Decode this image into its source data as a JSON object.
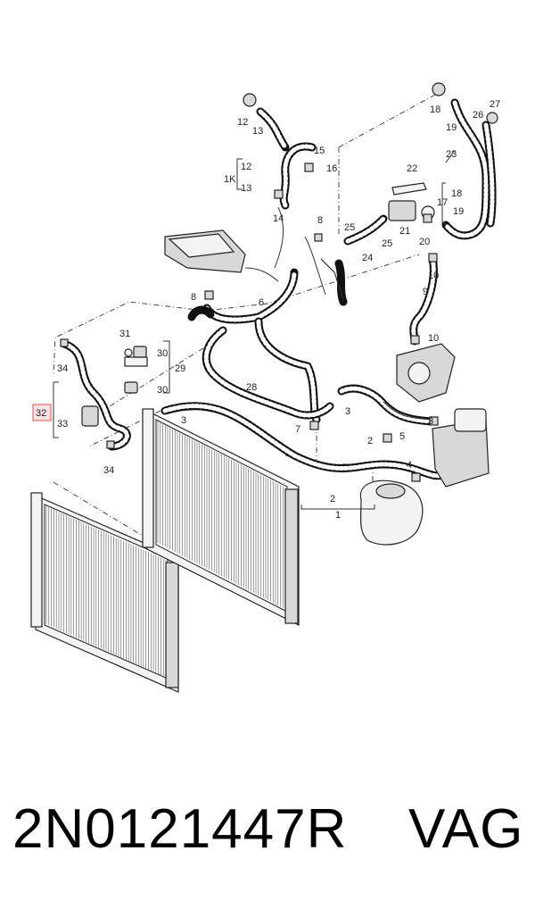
{
  "footer": {
    "part_number": "2N0121447R",
    "brand": "VAG"
  },
  "callouts": [
    {
      "id": "c12a",
      "text": "12"
    },
    {
      "id": "c13a",
      "text": "13"
    },
    {
      "id": "c15",
      "text": "15"
    },
    {
      "id": "c16",
      "text": "16"
    },
    {
      "id": "c1K",
      "text": "1K"
    },
    {
      "id": "c12b",
      "text": "12"
    },
    {
      "id": "c13b",
      "text": "13"
    },
    {
      "id": "c14",
      "text": "14"
    },
    {
      "id": "c8a",
      "text": "8"
    },
    {
      "id": "c25a",
      "text": "25"
    },
    {
      "id": "c24",
      "text": "24"
    },
    {
      "id": "c25b",
      "text": "25"
    },
    {
      "id": "c21",
      "text": "21"
    },
    {
      "id": "c20",
      "text": "20"
    },
    {
      "id": "c18a",
      "text": "18"
    },
    {
      "id": "c19a",
      "text": "19"
    },
    {
      "id": "c26",
      "text": "26"
    },
    {
      "id": "c27",
      "text": "27"
    },
    {
      "id": "c23",
      "text": "23"
    },
    {
      "id": "c22",
      "text": "22"
    },
    {
      "id": "c17",
      "text": "17"
    },
    {
      "id": "c18b",
      "text": "18"
    },
    {
      "id": "c19b",
      "text": "19"
    },
    {
      "id": "c10a",
      "text": "10"
    },
    {
      "id": "c9",
      "text": "9"
    },
    {
      "id": "c10b",
      "text": "10"
    },
    {
      "id": "c8b",
      "text": "8"
    },
    {
      "id": "c6",
      "text": "6"
    },
    {
      "id": "c31",
      "text": "31"
    },
    {
      "id": "c30a",
      "text": "30"
    },
    {
      "id": "c29",
      "text": "29"
    },
    {
      "id": "c30b",
      "text": "30"
    },
    {
      "id": "c34a",
      "text": "34"
    },
    {
      "id": "c32",
      "text": "32"
    },
    {
      "id": "c33",
      "text": "33"
    },
    {
      "id": "c34b",
      "text": "34"
    },
    {
      "id": "c28",
      "text": "28"
    },
    {
      "id": "c3a",
      "text": "3"
    },
    {
      "id": "c3b",
      "text": "3"
    },
    {
      "id": "c7",
      "text": "7"
    },
    {
      "id": "c3c",
      "text": "3"
    },
    {
      "id": "c2a",
      "text": "2"
    },
    {
      "id": "c5",
      "text": "5"
    },
    {
      "id": "c4",
      "text": "4"
    },
    {
      "id": "c2b",
      "text": "2"
    },
    {
      "id": "c1",
      "text": "1"
    }
  ]
}
